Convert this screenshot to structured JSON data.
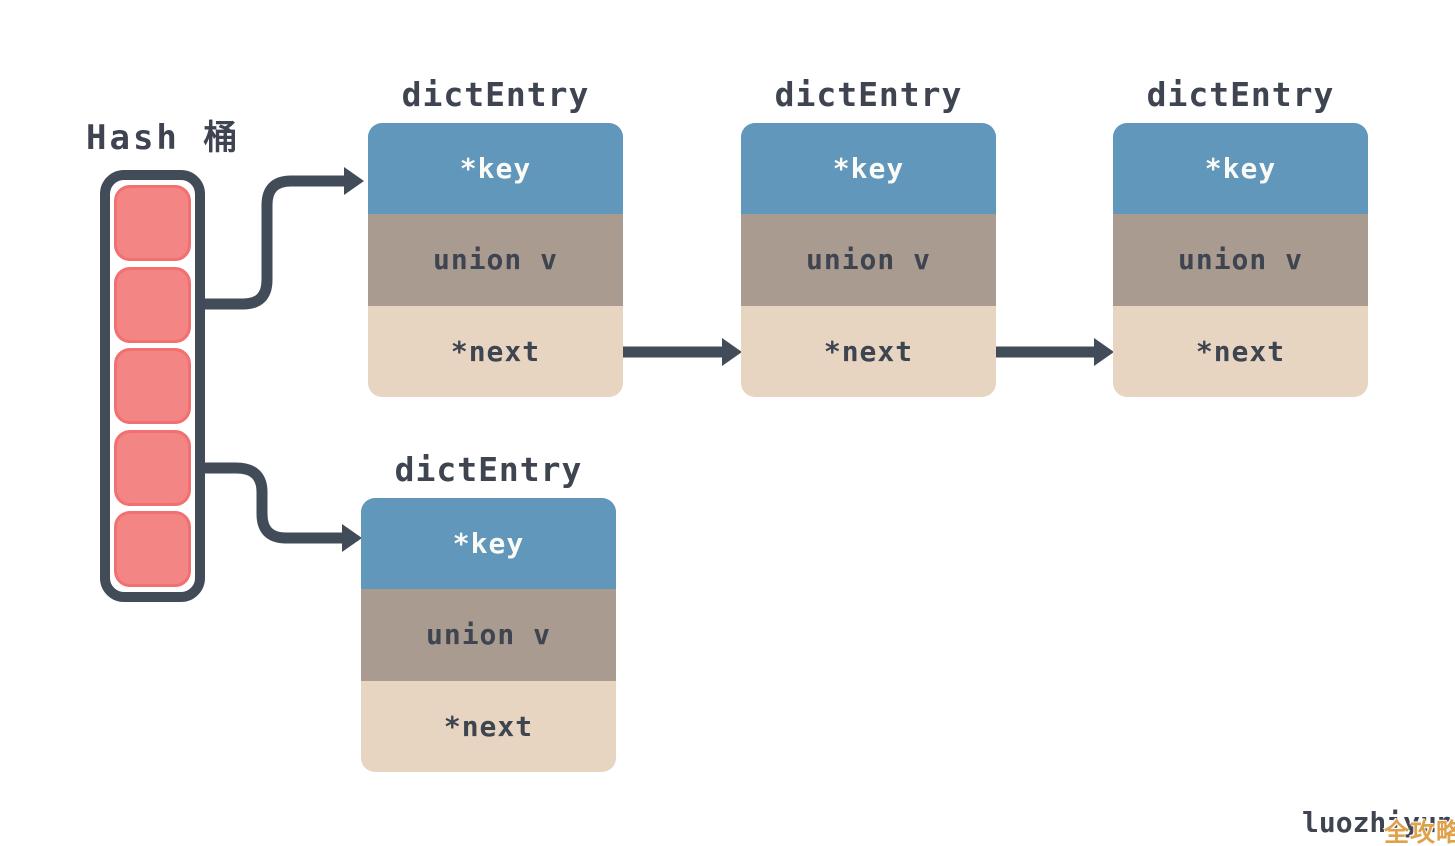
{
  "diagram": {
    "type": "redis-hash-table-chaining-diagram"
  },
  "colors": {
    "outline": "#424b58",
    "dark_text": "#3e4450",
    "key_bg": "#6197ba",
    "union_bg": "#a99b8f",
    "next_bg": "#e7d5c1",
    "key_text": "#fafaf7",
    "slot_fill": "#f48585",
    "slot_border": "#f17070",
    "watermark_accent": "#dfa24b"
  },
  "bucket": {
    "label": "Hash 桶",
    "slot_count": 5
  },
  "entries": [
    {
      "title": "dictEntry",
      "fields": [
        "*key",
        "union v",
        "*next"
      ]
    },
    {
      "title": "dictEntry",
      "fields": [
        "*key",
        "union v",
        "*next"
      ]
    },
    {
      "title": "dictEntry",
      "fields": [
        "*key",
        "union v",
        "*next"
      ]
    },
    {
      "title": "dictEntry",
      "fields": [
        "*key",
        "union v",
        "*next"
      ]
    }
  ],
  "connections": [
    {
      "from": "bucket-slot-2",
      "to": "entry-1-key"
    },
    {
      "from": "bucket-slot-4",
      "to": "entry-4-key"
    },
    {
      "from": "entry-1-next",
      "to": "entry-2-key"
    },
    {
      "from": "entry-2-next",
      "to": "entry-3-key"
    }
  ],
  "watermark": {
    "name": "luozhiyun",
    "overlay": "全攻略"
  }
}
